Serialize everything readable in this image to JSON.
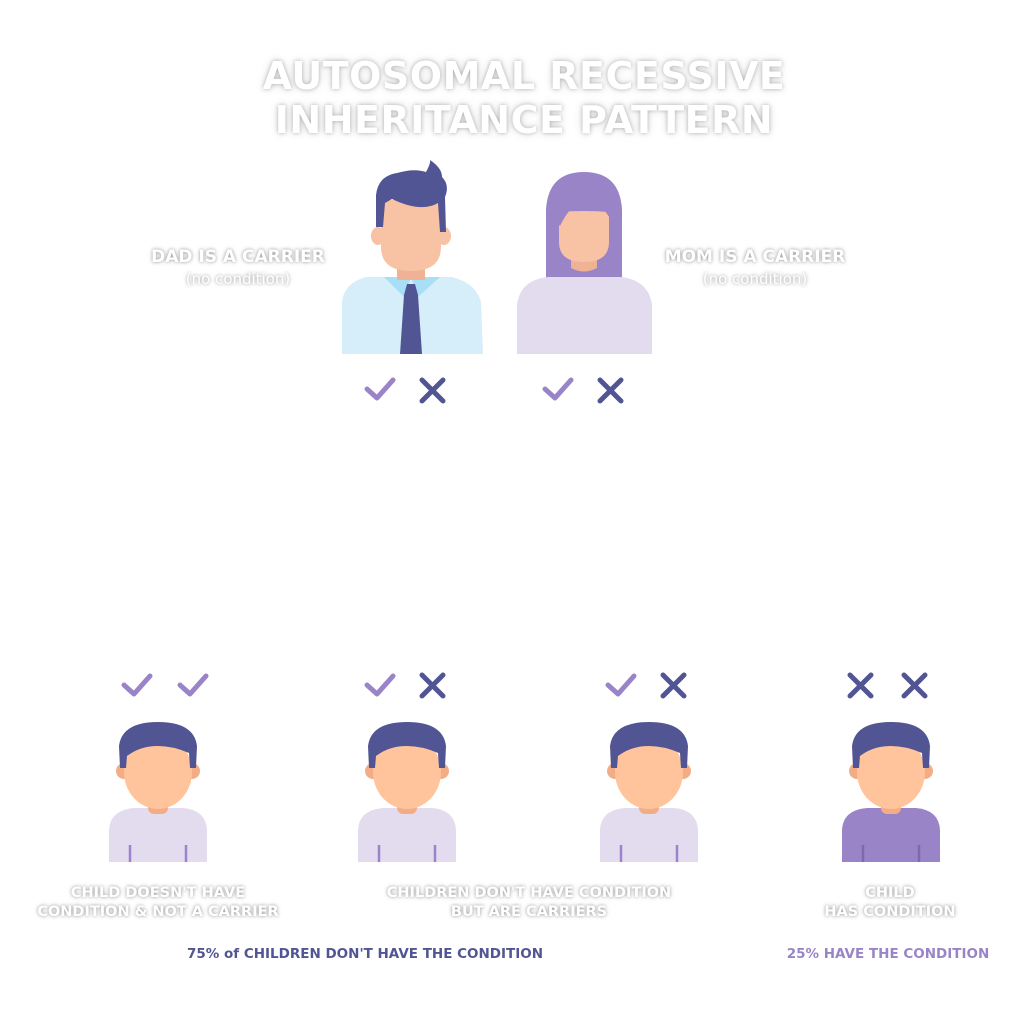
{
  "title": {
    "line1": "AUTOSOMAL RECESSIVE",
    "line2": "INHERITANCE PATTERN"
  },
  "parents": {
    "dad": {
      "label": "DAD IS A CARRIER",
      "sublabel": "(no condition)",
      "alleles": [
        "check",
        "cross"
      ]
    },
    "mom": {
      "label": "MOM IS A CARRIER",
      "sublabel": "(no condition)",
      "alleles": [
        "check",
        "cross"
      ]
    }
  },
  "children": [
    {
      "alleles": [
        "check",
        "check"
      ],
      "shirt": "light"
    },
    {
      "alleles": [
        "check",
        "cross"
      ],
      "shirt": "light"
    },
    {
      "alleles": [
        "check",
        "cross"
      ],
      "shirt": "light"
    },
    {
      "alleles": [
        "cross",
        "cross"
      ],
      "shirt": "dark"
    }
  ],
  "captions": {
    "no_condition": {
      "line1": "CHILD DOESN'T HAVE",
      "line2": "CONDITION & NOT A CARRIER"
    },
    "carriers": {
      "line1": "CHILDREN DON'T HAVE CONDITION",
      "line2": "BUT ARE CARRIERS"
    },
    "affected": {
      "line1": "CHILD",
      "line2": "HAS CONDITION"
    }
  },
  "summary": {
    "unaffected": "75% of CHILDREN DON'T HAVE THE CONDITION",
    "affected": "25% HAVE THE CONDITION"
  },
  "colors": {
    "check": "#9a84c8",
    "cross": "#525593",
    "hair": "#525593",
    "mom_hair": "#9a84c8",
    "skin": "#ffc49b",
    "adult_skin": "#f8c2a4",
    "dad_shirt": "#d6eefa",
    "dad_collar": "#a9dff6",
    "tie": "#525593",
    "light_shirt": "#e3dcef",
    "dark_shirt": "#9a84c8"
  },
  "icons": {
    "check": "check-icon",
    "cross": "cross-icon"
  }
}
